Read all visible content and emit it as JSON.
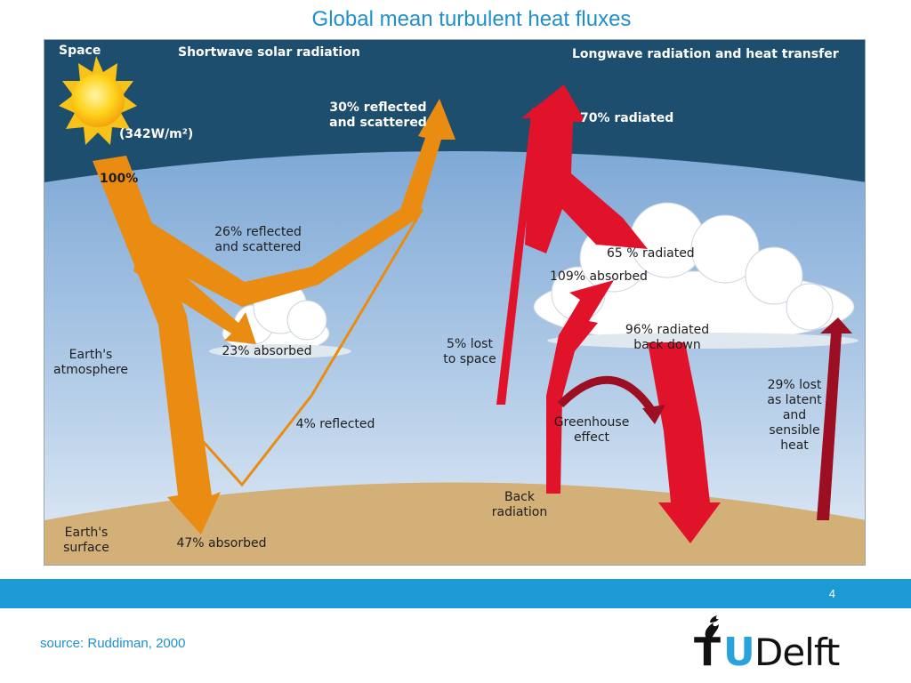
{
  "slide": {
    "title": "Global mean turbulent heat fluxes",
    "page_number": "4",
    "source": "source: Ruddiman, 2000"
  },
  "logo": {
    "t": "T",
    "u": "U",
    "delft": "Delft"
  },
  "diagram": {
    "space": "Space",
    "shortwave_heading": "Shortwave solar radiation",
    "longwave_heading": "Longwave radiation and heat transfer",
    "solar_input": "(342W/m²)",
    "incoming": "100%",
    "reflected_30": "30% reflected\nand scattered",
    "reflected_26": "26% reflected\nand scattered",
    "absorbed_23": "23% absorbed",
    "reflected_4": "4% reflected",
    "absorbed_47": "47% absorbed",
    "atmosphere": "Earth's\natmosphere",
    "surface": "Earth's\nsurface",
    "radiated_70": "70% radiated",
    "radiated_65": "65 % radiated",
    "absorbed_109": "109% absorbed",
    "radiated_96": "96% radiated\nback down",
    "lost_5": "5% lost\nto space",
    "greenhouse": "Greenhouse\neffect",
    "back_radiation": "Back\nradiation",
    "lost_29": "29% lost\nas latent\nand\nsensible\nheat"
  },
  "colors": {
    "space": "#1e4e6e",
    "sky_top": "#7fa9d6",
    "sky_bottom": "#e3ecf6",
    "ground": "#d2b077",
    "orange": "#eb8c12",
    "red": "#e1132a",
    "dark_red": "#9c0f22",
    "accent_blue": "#1e8fcf",
    "band_blue": "#1b9ad6"
  }
}
